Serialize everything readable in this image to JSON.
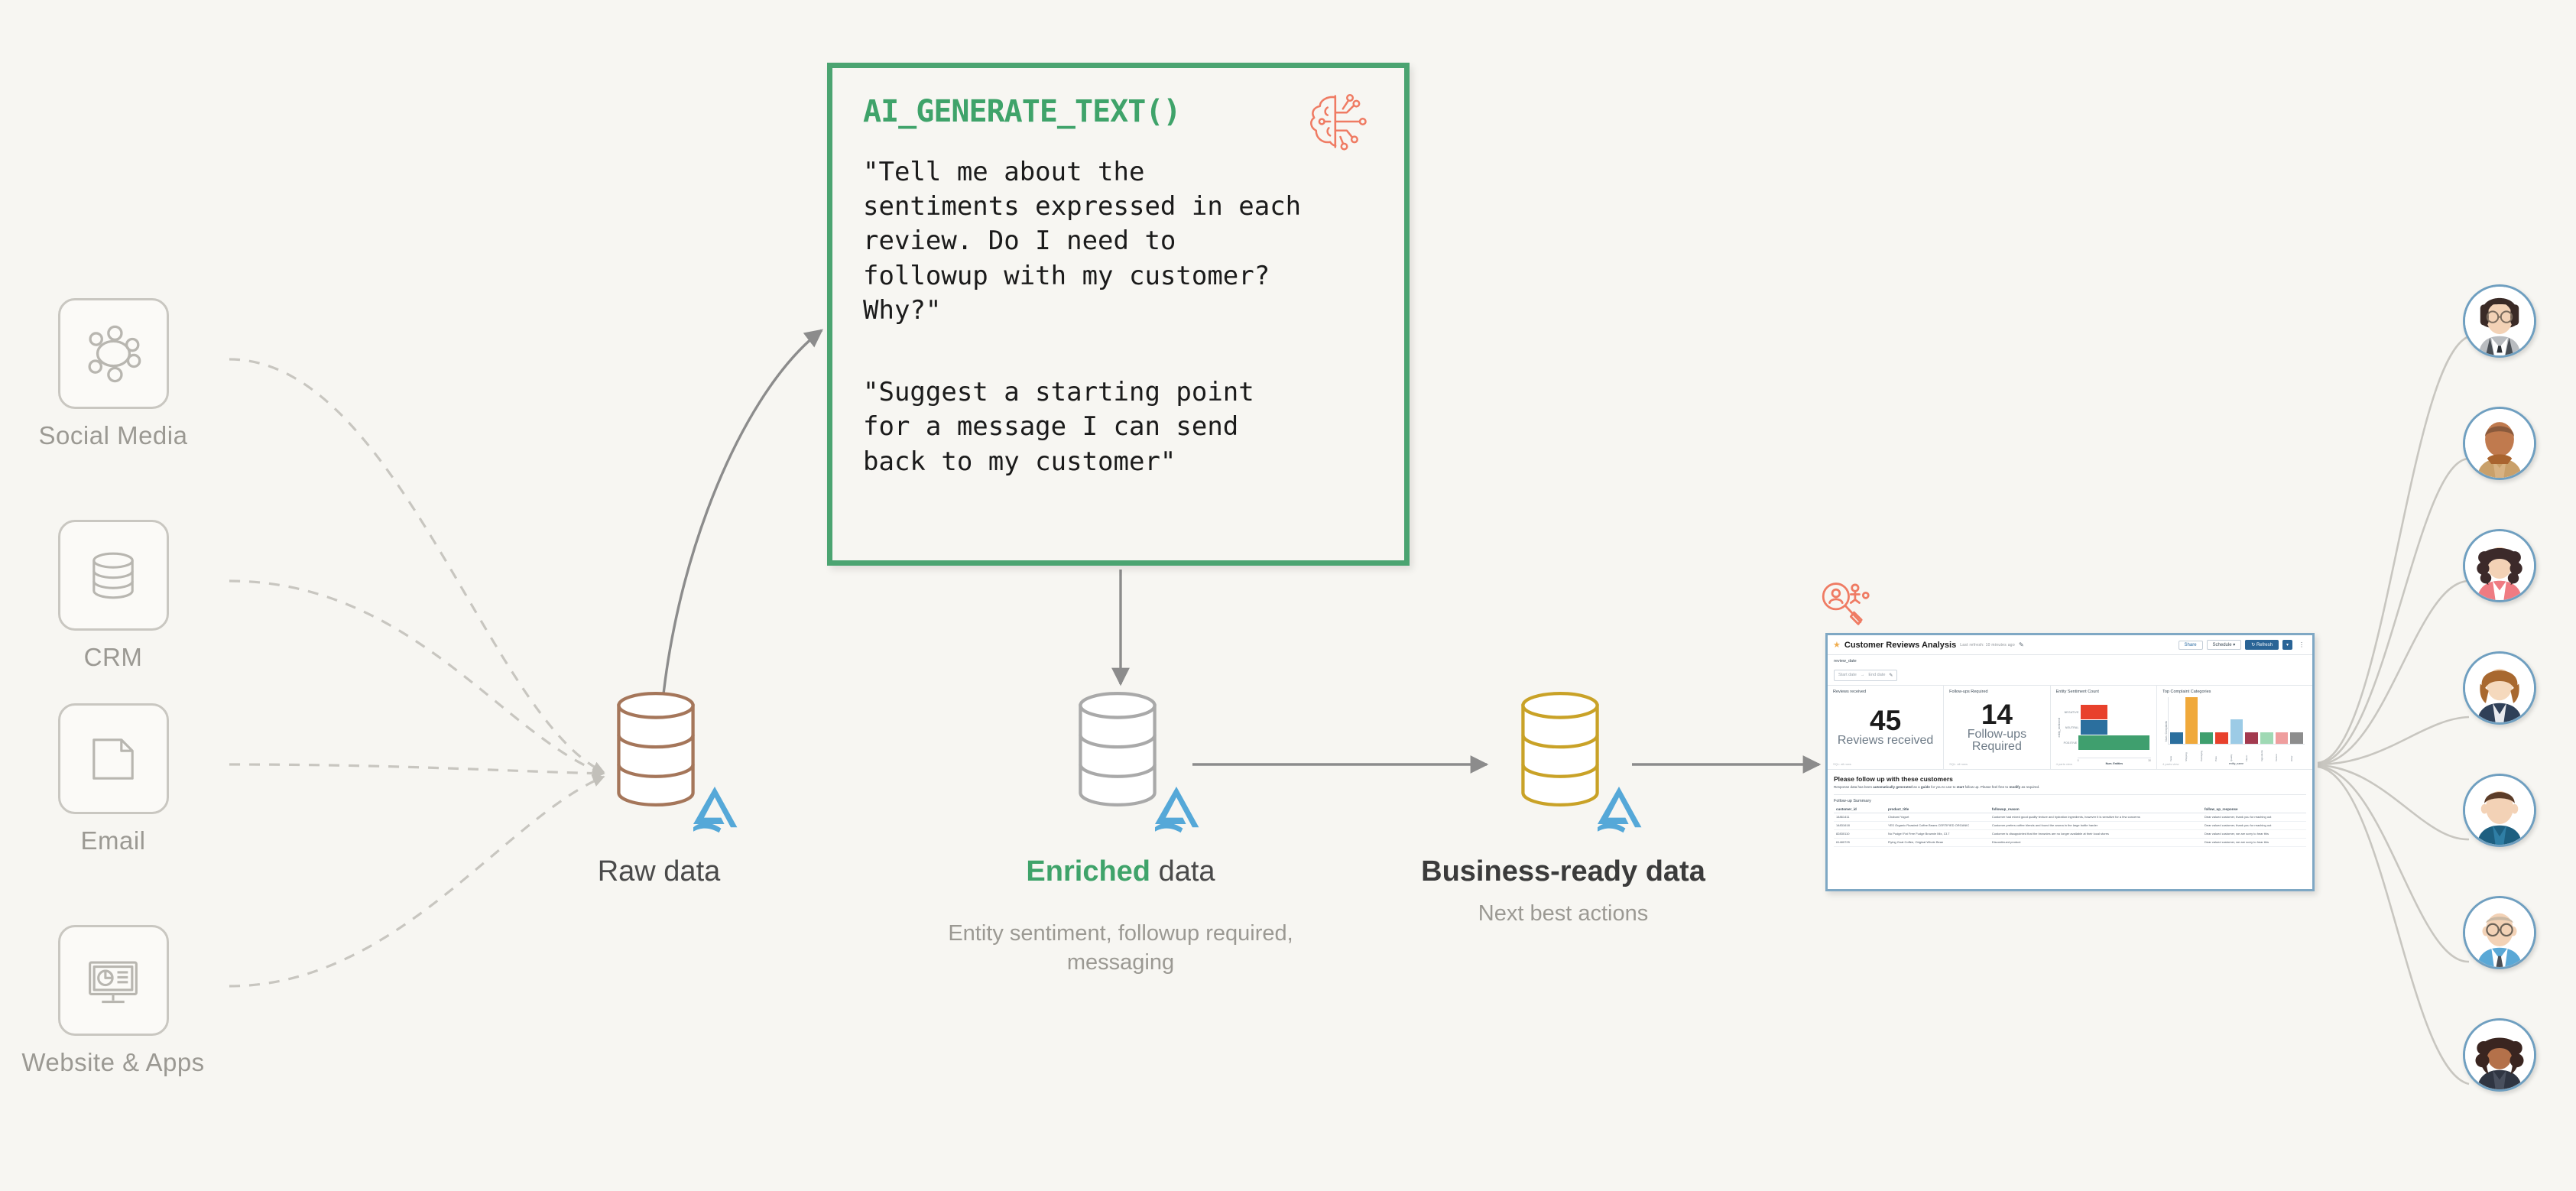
{
  "canvas": {
    "background": "#f7f6f2"
  },
  "sources": {
    "items": [
      {
        "label": "Social Media",
        "icon": "social-network-icon"
      },
      {
        "label": "CRM",
        "icon": "database-icon"
      },
      {
        "label": "Email",
        "icon": "document-icon"
      },
      {
        "label": "Website & Apps",
        "icon": "monitor-dashboard-icon"
      }
    ]
  },
  "ai_card": {
    "title": "AI_GENERATE_TEXT()",
    "icon": "ai-brain-icon",
    "accent_color": "#3fa36a",
    "border_color": "#4ba471",
    "prompt_1": "\"Tell me about the\nsentiments expressed in each\nreview. Do I need to\nfollowup with my customer?\nWhy?\"",
    "prompt_2": "\"Suggest a starting point\nfor a message I can send\nback to my customer\""
  },
  "pipeline": {
    "nodes": [
      {
        "id": "raw",
        "title_plain": "Raw data",
        "subtitle": "",
        "cylinder_color": "#a5765a",
        "logo": "delta-lake-logo"
      },
      {
        "id": "enriched",
        "title_accent": "Enriched",
        "title_plain": " data",
        "subtitle": "Entity sentiment, followup required, messaging",
        "cylinder_color": "#a9a9a9",
        "logo": "delta-lake-logo"
      },
      {
        "id": "business",
        "title_bold": "Business-ready data",
        "subtitle": "Next best actions",
        "cylinder_color": "#c9a227",
        "logo": "delta-lake-logo"
      }
    ]
  },
  "dashboard": {
    "badge_icon": "customer-insight-search-icon",
    "topbar": {
      "star_icon": "star-icon",
      "title": "Customer Reviews Analysis",
      "subtitle": "Last refresh: 10 minutes ago",
      "edit_icon": "pencil-icon",
      "share_label": "Share",
      "schedule_label": "Schedule",
      "refresh_label": "Refresh",
      "split_caret": "▾",
      "kebab_icon": "kebab-menu-icon"
    },
    "filter": {
      "label": "review_date",
      "start_placeholder": "Start date",
      "arrow": "→",
      "end_placeholder": "End date",
      "calendar_icon": "calendar-icon"
    },
    "kpis": [
      {
        "header": "Reviews received",
        "value": "45",
        "caption": "Reviews received",
        "footer": "SQL: all rows"
      },
      {
        "header": "Follow-ups Required",
        "value": "14",
        "caption": "Follow-ups Required",
        "footer": "SQL: all rows"
      }
    ],
    "table": {
      "heading": "Please follow up with these customers",
      "note_prefix": "Response data has been ",
      "note_bold_1": "automatically generated",
      "note_mid_1": " as a ",
      "note_bold_2": "guide",
      "note_mid_2": " for you to use to ",
      "note_bold_3": "start",
      "note_mid_3": " follow up. Please feel free to ",
      "note_bold_4": "modify",
      "note_suffix": " as required.",
      "caption": "Follow-up Summary",
      "columns": [
        "customer_id",
        "product_title",
        "followup_reason",
        "follow_up_response"
      ],
      "rows": [
        [
          "14861411",
          "Chobani Yogurt",
          "Customer had mixed good quality texture and hydration ingredients, however it is sensitive for a few concerns",
          "Dear valued customer, thank you for reaching out"
        ],
        [
          "14831618",
          "YES Organic Roasted Coffee Beans CERTIFIED ORGANIC",
          "Customer prefers coffee blends and found the aroma in the large bottle harder",
          "Dear valued customer, thank you for reaching out"
        ],
        [
          "82830110",
          "No Pudge! Fat Free Fudge Brownie Mix, 13.7",
          "Customer is disappointed that the brownies are no longer available at their local stores",
          "Dear valued customer, we are sorry to hear this"
        ],
        [
          "61480725",
          "Flying Goat Coffee, Original Whole Bean",
          "Discontinued product",
          "Dear valued customer, we are sorry to hear this"
        ]
      ]
    }
  },
  "chart_data": [
    {
      "type": "bar",
      "orientation": "horizontal",
      "title": "Entity Sentiment Count",
      "categories": [
        "NEGATIVE",
        "NEUTRAL",
        "POSITIVE"
      ],
      "values": [
        9,
        9,
        30
      ],
      "colors": [
        "#e8412c",
        "#2b6f9e",
        "#3f9f6e"
      ],
      "xlabel": "Num. Entities",
      "ylabel": "entity_sentiment",
      "xlim": [
        0,
        30
      ],
      "xticks": [
        "0",
        "30"
      ],
      "footer": "4 parts view",
      "grid": false
    },
    {
      "type": "bar",
      "orientation": "vertical",
      "title": "Top Complaint Categories",
      "categories": [
        "Taste",
        "Shipping",
        "Packaging",
        "Price",
        "Quality",
        "Flavor",
        "Ingredients",
        "Texture",
        "Other"
      ],
      "values": [
        1,
        4,
        1,
        1,
        2,
        1,
        1,
        1,
        1
      ],
      "colors": [
        "#2b6f9e",
        "#f0a93b",
        "#3f9f6e",
        "#e8412c",
        "#9ccbe6",
        "#a33a4f",
        "#9fd9b4",
        "#ef9e9e",
        "#8d8d8d"
      ],
      "xlabel": "entity_name",
      "ylabel": "Num. Complaints",
      "ylim": [
        0,
        4
      ],
      "yticks": [
        "0",
        "2",
        "4"
      ],
      "footer": "4 parts view",
      "grid": true
    }
  ],
  "customers": {
    "count": 7,
    "items": [
      {
        "name": "customer-avatar-1",
        "hair": "#3a2a26",
        "skin": "#f3d2b6",
        "shirt": "#4a4a4a",
        "glasses": true,
        "long_hair": true
      },
      {
        "name": "customer-avatar-2",
        "hair": "#8a5a3c",
        "skin": "#c07a4e",
        "shirt": "#c9a06a",
        "glasses": false,
        "long_hair": false
      },
      {
        "name": "customer-avatar-3",
        "hair": "#3c2a2a",
        "skin": "#f3d2b6",
        "shirt": "#ef7b82",
        "glasses": false,
        "long_hair": true
      },
      {
        "name": "customer-avatar-4",
        "hair": "#a8682f",
        "skin": "#f5d9bd",
        "shirt": "#2f4058",
        "glasses": false,
        "long_hair": true
      },
      {
        "name": "customer-avatar-5",
        "hair": "#5c3c28",
        "skin": "#f3d2b6",
        "shirt": "#1d5f80",
        "glasses": false,
        "long_hair": false
      },
      {
        "name": "customer-avatar-6",
        "hair": "#cbb9a4",
        "skin": "#f3d2b6",
        "shirt": "#5aa8d6",
        "glasses": true,
        "long_hair": false
      },
      {
        "name": "customer-avatar-7",
        "hair": "#3a2520",
        "skin": "#b4714a",
        "shirt": "#2f3542",
        "glasses": false,
        "long_hair": true
      }
    ]
  }
}
